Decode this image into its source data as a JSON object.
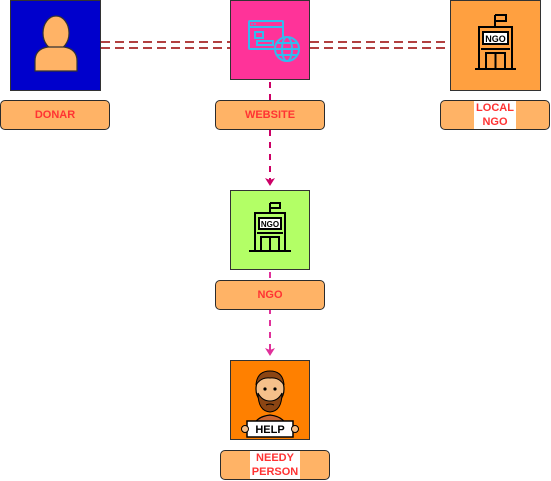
{
  "nodes": [
    {
      "id": "donar",
      "label": "DONAR",
      "icon": "person-icon",
      "fill": "#0000CC"
    },
    {
      "id": "website",
      "label": "WEBSITE",
      "icon": "website-globe-icon",
      "fill": "#FF3399"
    },
    {
      "id": "local_ngo",
      "label": "LOCAL\nNGO",
      "icon": "ngo-building-icon",
      "fill": "#FFA040"
    },
    {
      "id": "ngo",
      "label": "NGO",
      "icon": "ngo-building-icon",
      "fill": "#B3FF66"
    },
    {
      "id": "needy_person",
      "label": "NEEDY\nPERSON",
      "icon": "needy-person-help-sign-icon",
      "fill": "#FF8000"
    }
  ],
  "icon_text": {
    "building_sign": "NGO",
    "help_sign": "HELP"
  },
  "edges": [
    {
      "from": "donar",
      "to": "website",
      "style": "double-dashed",
      "color": "#990000"
    },
    {
      "from": "website",
      "to": "local_ngo",
      "style": "double-dashed",
      "color": "#990000"
    },
    {
      "from": "website",
      "to": "ngo",
      "style": "dashed-arrow",
      "color": "#CC0066"
    },
    {
      "from": "ngo",
      "to": "needy_person",
      "style": "dashed-arrow",
      "color": "#E0309A"
    }
  ],
  "colors": {
    "label_fill": "#FFB366",
    "label_text": "#FF3333",
    "icon_stroke": "#000000"
  }
}
